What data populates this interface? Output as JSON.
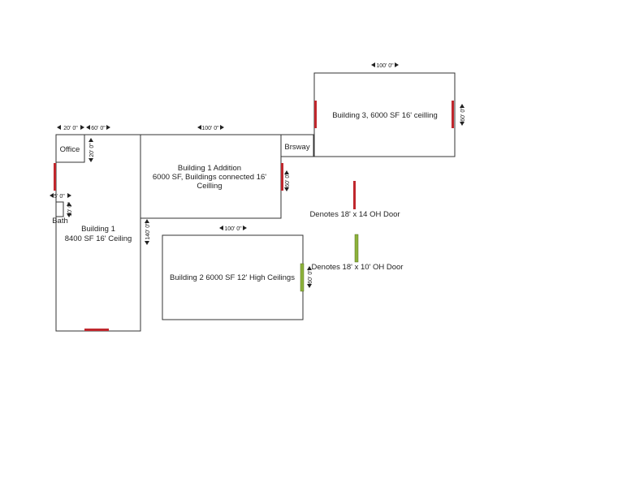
{
  "buildings": {
    "building1": {
      "line1": "Building 1",
      "line2": "8400 SF 16' Ceiling"
    },
    "office": "Office",
    "bath": "Bath",
    "addition": {
      "line1": "Building 1 Addition",
      "line2": "6000 SF, Buildings connected 16'",
      "line3": "Ceilling"
    },
    "breezeway": "Brsway",
    "building2": "Building 2 6000 SF 12' High Ceilings",
    "building3": "Building 3, 6000 SF 16' ceilling"
  },
  "dimensions": {
    "b1_width": "20' 0\"",
    "office_width": "60' 0\"",
    "addition_width": "100' 0\"",
    "office_height": "20' 0\"",
    "bath_width": "5' 0\"",
    "bath_height": "10' 0\"",
    "b1_height": "140' 0\"",
    "addition_height": "60' 0\"",
    "b2_width": "100' 0\"",
    "b2_height": "60' 0\"",
    "b3_width": "100' 0\"",
    "b3_height": "60' 0\""
  },
  "legend": {
    "red_door": "Denotes 18' x 14 OH Door",
    "green_door": "Denotes 18' x 10' OH Door"
  },
  "colors": {
    "door_18x14": "#c0272d",
    "door_18x10": "#8cb23a"
  }
}
